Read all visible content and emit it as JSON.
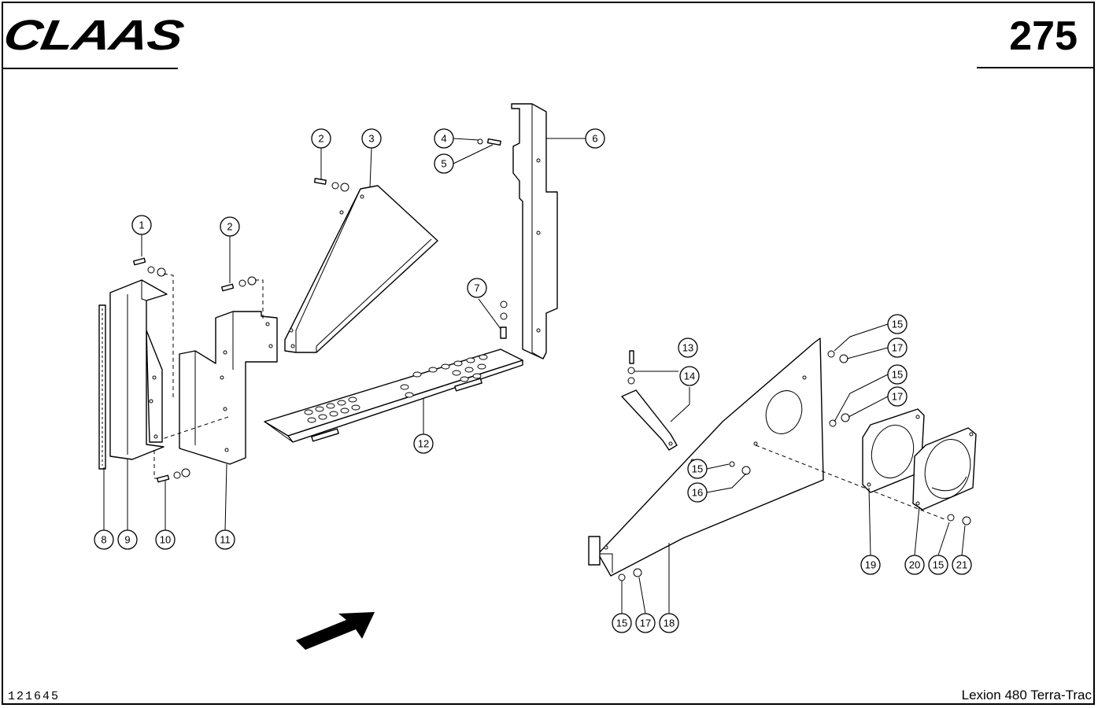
{
  "header": {
    "brand": "CLAAS",
    "page_number": "275"
  },
  "footer": {
    "drawing_number": "121645",
    "model": "Lexion 480 Terra-Trac"
  },
  "callouts": [
    "1",
    "2",
    "2",
    "3",
    "4",
    "5",
    "6",
    "7",
    "8",
    "9",
    "10",
    "11",
    "12",
    "13",
    "14",
    "15",
    "15",
    "15",
    "15",
    "15",
    "16",
    "17",
    "17",
    "17",
    "18",
    "19",
    "20",
    "21"
  ]
}
